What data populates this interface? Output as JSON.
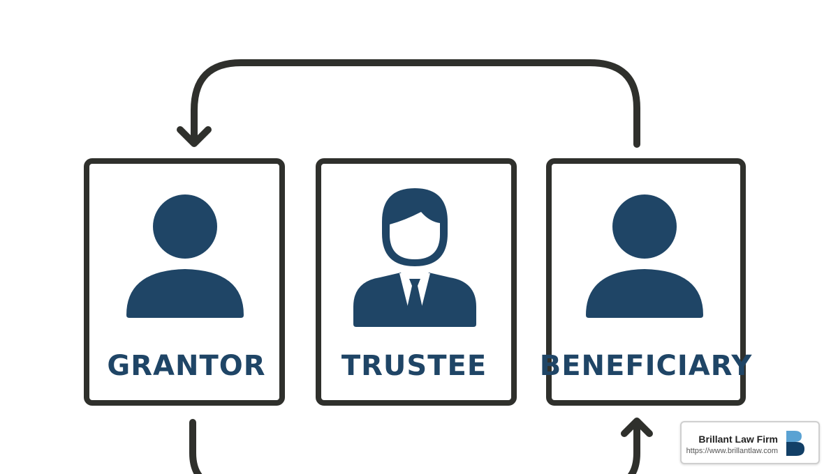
{
  "colors": {
    "stroke": "#2f302c",
    "figure": "#1f4566",
    "label": "#1f4566",
    "logo_light": "#5aa2d3",
    "logo_dark": "#123f66"
  },
  "cards": [
    {
      "label": "GRANTOR",
      "icon": "person-icon"
    },
    {
      "label": "TRUSTEE",
      "icon": "businessman-icon"
    },
    {
      "label": "BENEFICIARY",
      "icon": "person-icon"
    }
  ],
  "flows": [
    {
      "from": "BENEFICIARY",
      "to": "GRANTOR",
      "route": "top",
      "icon": "arrow-icon"
    },
    {
      "from": "GRANTOR",
      "to": "BENEFICIARY",
      "route": "bottom",
      "icon": "arrow-icon"
    }
  ],
  "badge": {
    "name": "Brillant Law Firm",
    "url": "https://www.brillantlaw.com",
    "logo_icon": "b-logo-icon"
  }
}
